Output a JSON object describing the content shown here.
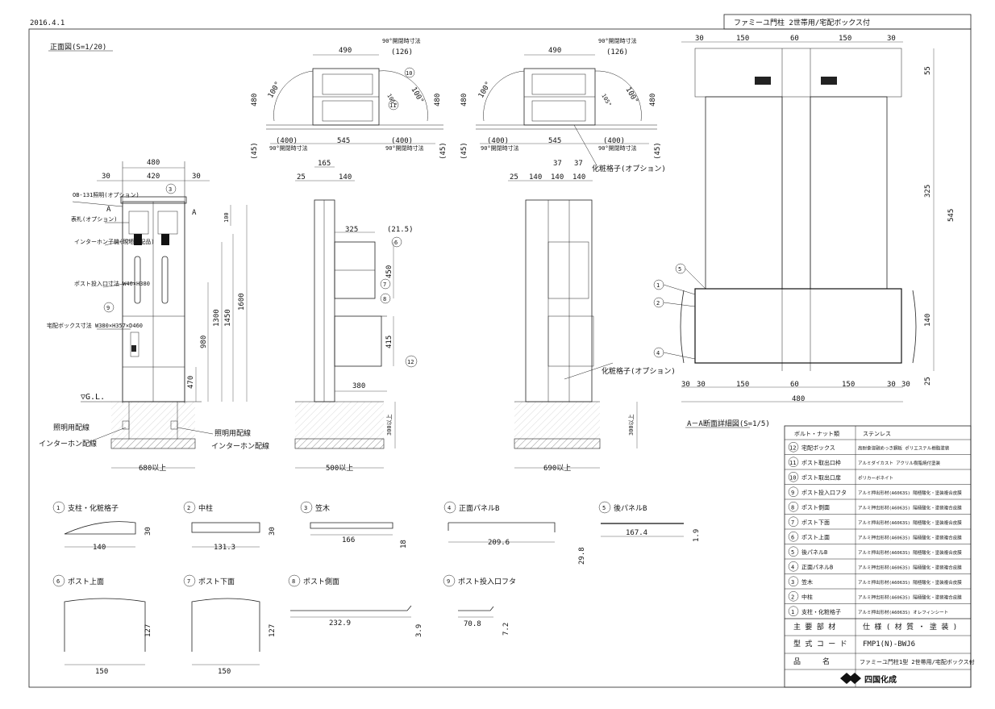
{
  "date": "2016.4.1",
  "title_box": "ファミーユ門柱 2世帯用/宅配ボックス付",
  "view_titles": {
    "front": "正面図(S=1/20)",
    "section_aa": "A－A断面詳細図(S=1/5)"
  },
  "top_views": {
    "dims_top": [
      "490",
      "90°開閉時寸法",
      "(126)"
    ],
    "dims_side": [
      "480",
      "(45)"
    ],
    "dims_bottom": [
      "(400)",
      "545",
      "(400)"
    ],
    "bottom_note": "90°開閉時寸法",
    "angles": [
      "100°",
      "100°",
      "105°"
    ],
    "balloons": [
      "10",
      "11"
    ]
  },
  "front_view": {
    "dims_top": [
      "480",
      "30",
      "420",
      "30"
    ],
    "dims_vertical": [
      "100",
      "1300",
      "1450",
      "1600",
      "980",
      "470"
    ],
    "dims_bottom": "680以上",
    "gl": "▽G.L.",
    "labels": [
      "OB-131照明(オプション)",
      "表札(オプション)",
      "インターホン子機(現地手配品)",
      "ポスト投入口寸法 W40×H380",
      "宅配ボックス寸法 W380×H357×D460"
    ],
    "wiring_labels": [
      "照明用配線",
      "インターホン配線",
      "照明用配線",
      "インターホン配線"
    ],
    "balloons": [
      "3",
      "9"
    ],
    "section_mark": "A"
  },
  "side_view": {
    "dims_top": [
      "165",
      "25",
      "140"
    ],
    "dims": [
      "325",
      "(21.5)",
      "450",
      "415",
      "380"
    ],
    "depth": "300以上",
    "bottom": "500以上",
    "balloons": [
      "6",
      "7",
      "8",
      "12"
    ]
  },
  "back_view": {
    "dims_top": [
      "25",
      "140",
      "37",
      "140",
      "37",
      "140"
    ],
    "note": "化粧格子(オプション)",
    "depth": "300以上",
    "bottom": "690以上"
  },
  "section_aa": {
    "top_dims": [
      "30",
      "150",
      "60",
      "150",
      "30"
    ],
    "bottom_dims": [
      "30",
      "30",
      "150",
      "60",
      "150",
      "30",
      "30"
    ],
    "total": "480",
    "right_dims": [
      "55",
      "325",
      "545",
      "140",
      "25"
    ],
    "balloons": [
      "1",
      "2",
      "4",
      "5"
    ]
  },
  "parts": [
    {
      "no": "1",
      "name": "支柱・化粧格子",
      "dims": [
        "140",
        "30"
      ]
    },
    {
      "no": "2",
      "name": "中柱",
      "dims": [
        "131.3",
        "30"
      ]
    },
    {
      "no": "3",
      "name": "笠木",
      "dims": [
        "166",
        "18"
      ]
    },
    {
      "no": "4",
      "name": "正面パネルB",
      "dims": [
        "209.6",
        "29.8"
      ]
    },
    {
      "no": "5",
      "name": "後パネルB",
      "dims": [
        "167.4",
        "1.9"
      ]
    },
    {
      "no": "6",
      "name": "ポスト上面",
      "dims": [
        "150",
        "127"
      ]
    },
    {
      "no": "7",
      "name": "ポスト下面",
      "dims": [
        "150",
        "127"
      ]
    },
    {
      "no": "8",
      "name": "ポスト側面",
      "dims": [
        "232.9",
        "3.9"
      ]
    },
    {
      "no": "9",
      "name": "ポスト投入口フタ",
      "dims": [
        "70.8",
        "7.2"
      ]
    }
  ],
  "material_table": {
    "header": [
      "ボルト・ナット類",
      "ステンレス"
    ],
    "rows": [
      {
        "no": "12",
        "part": "宅配ボックス",
        "material": "高耐食溶融めっき鋼板 ポリエステル樹脂塗装"
      },
      {
        "no": "11",
        "part": "ポスト取出口枠",
        "material": "アルミダイカスト アクリル樹脂焼付塗装"
      },
      {
        "no": "10",
        "part": "ポスト取出口扉",
        "material": "ポリカーボネイト"
      },
      {
        "no": "9",
        "part": "ポスト投入口フタ",
        "material": "アルミ押出形材(A6063S) 陽極酸化・塗装複合皮膜"
      },
      {
        "no": "8",
        "part": "ポスト側面",
        "material": "アルミ押出形材(A6063S) 陽極酸化・塗装複合皮膜"
      },
      {
        "no": "7",
        "part": "ポスト下面",
        "material": "アルミ押出形材(A6063S) 陽極酸化・塗装複合皮膜"
      },
      {
        "no": "6",
        "part": "ポスト上面",
        "material": "アルミ押出形材(A6063S) 陽極酸化・塗装複合皮膜"
      },
      {
        "no": "5",
        "part": "後パネルB",
        "material": "アルミ押出形材(A6063S) 陽極酸化・塗装複合皮膜"
      },
      {
        "no": "4",
        "part": "正面パネルB",
        "material": "アルミ押出形材(A6063S) 陽極酸化・塗装複合皮膜"
      },
      {
        "no": "3",
        "part": "笠木",
        "material": "アルミ押出形材(A6063S) 陽極酸化・塗装複合皮膜"
      },
      {
        "no": "2",
        "part": "中柱",
        "material": "アルミ押出形材(A6063S) 陽極酸化・塗装複合皮膜"
      },
      {
        "no": "1",
        "part": "支柱・化粧格子",
        "material": "アルミ押出形材(A6063S) オレフィンシート"
      }
    ],
    "footer": [
      {
        "label": "主 要 部 材",
        "value": "仕 様 ( 材 質 ・ 塗 装 )"
      },
      {
        "label": "型 式 コ ー ド",
        "value": "FMP1(N)-BWJ6"
      },
      {
        "label": "品　　　名",
        "value": "ファミーユ門柱1型 2世帯用/宅配ボックス付"
      }
    ],
    "brand": "四国化成"
  }
}
